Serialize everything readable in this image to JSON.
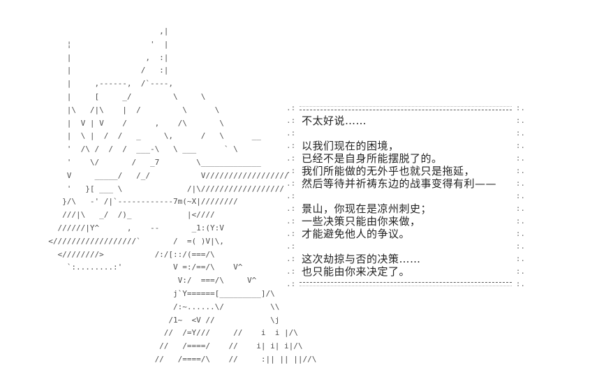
{
  "scene": {
    "background_color": "#ffffff",
    "art_color": "#4d4d4d",
    "text_color": "#222222",
    "border_color": "#5a5a5a"
  },
  "ascii_art": {
    "lines": [
      "                          ,|",
      "      ¦                 '  |",
      "      |                ,  :|",
      "      |               /   :|",
      "      |     ,------,  /`----,",
      "      |     [     _/         \\     \\",
      "      |\\   /|\\    |  /         \\      \\",
      "      |  V | V    /      ,    /\\       \\",
      "      |  \\ |  /  /   _     \\,      /   \\      __",
      "      '  /\\ /  /  /  ___-\\   \\ ___      ` \\",
      "      '    \\/       /   _7        \\_____________",
      "      V     _____/   /_/           V//////////////////",
      "      '   }[ ___ \\              /|\\//////////////////",
      "     }/\\   -' /|`------------7m(~X|////////",
      "     ///|\\   _/  /)_            |<////",
      "    //////|Y^      ,    --       _1:(Y:V",
      "  <//////////////////`       /  =( )V|\\,",
      "    <////////>           /:/[::/(===/\\",
      "      `:........:'           V =:/==/\\    V^",
      "                              V:/  ===/\\     V^",
      "                             j`Y======[_________]/\\",
      "                             /:~......\\/          \\\\",
      "                            /1~  <V //            \\j",
      "                           //  /=Y///     //    i  i |/\\",
      "                          //   /====/    //    i| i| i|/\\",
      "                         //   /====/\\    //     :|| || ||//\\"
    ]
  },
  "dialog": {
    "edge_left": ".:",
    "edge_right": ":.",
    "lines": [
      "不太好说……",
      "",
      "以我们现在的困境，",
      "已经不是自身所能摆脱了的。",
      "我们所能做的无外乎也就只是拖延，",
      "然后等待并祈祷东边的战事变得有利——",
      "",
      "景山，你现在是凉州刺史；",
      "一些决策只能由你来做，",
      "才能避免他人的争议。",
      "",
      "这次劫掠与否的决策……",
      "也只能由你来决定了。"
    ]
  }
}
